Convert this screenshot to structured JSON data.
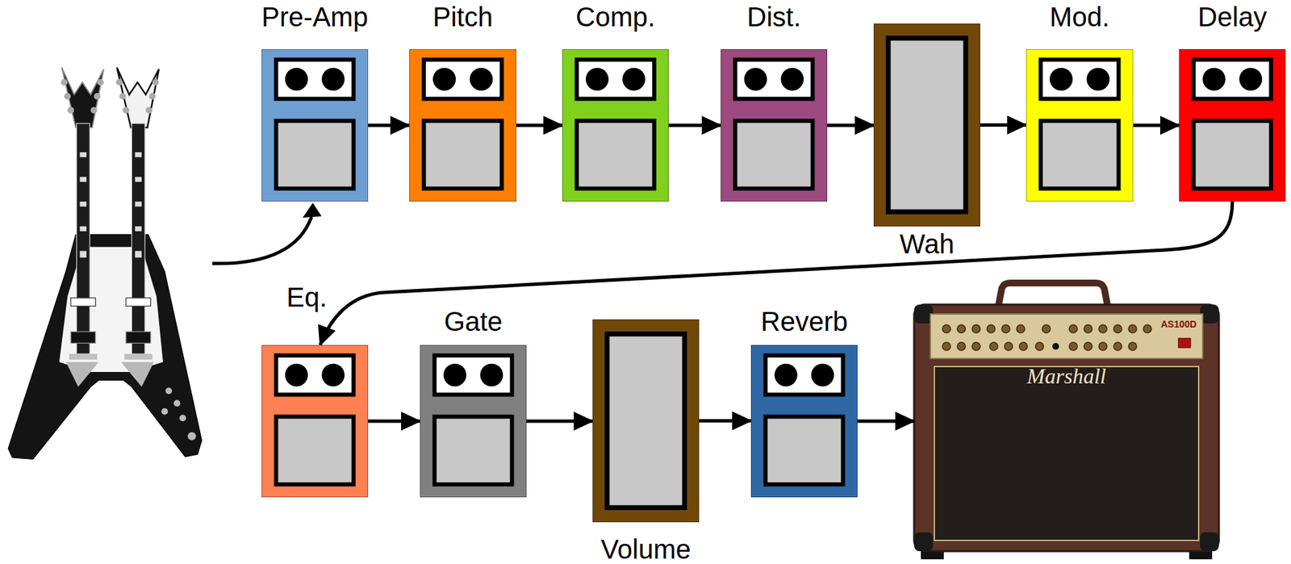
{
  "diagram": {
    "nodes": [
      {
        "text": [
          "Pre-Amp"
        ]
      },
      {
        "text": [
          "Pitch"
        ]
      },
      {
        "text": [
          "Comp."
        ]
      },
      {
        "text": [
          "Dist."
        ]
      },
      {
        "text": [
          "Wah"
        ]
      },
      {
        "text": [
          "Mod."
        ]
      },
      {
        "text": [
          "Delay"
        ]
      },
      {
        "text": [
          "Eq."
        ]
      },
      {
        "text": [
          "Gate"
        ]
      },
      {
        "text": [
          "Volume"
        ]
      },
      {
        "text": [
          "Reverb"
        ]
      },
      {
        "text": [
          "AS100D",
          "Marshall"
        ]
      }
    ],
    "edges": [
      {
        "from": 0,
        "to": 1,
        "arrow": "to"
      },
      {
        "from": 1,
        "to": 2,
        "arrow": "to"
      },
      {
        "from": 2,
        "to": 3,
        "arrow": "to"
      },
      {
        "from": 3,
        "to": 4,
        "arrow": "to"
      },
      {
        "from": 4,
        "to": 5,
        "arrow": "to"
      },
      {
        "from": 5,
        "to": 6,
        "arrow": "to"
      },
      {
        "from": 6,
        "to": 7,
        "arrow": "to"
      },
      {
        "from": 7,
        "to": 8,
        "arrow": "to"
      },
      {
        "from": 8,
        "to": 9,
        "arrow": "to"
      },
      {
        "from": 9,
        "to": 10,
        "arrow": "to"
      },
      {
        "from": 10,
        "to": 11,
        "arrow": "to"
      }
    ]
  }
}
